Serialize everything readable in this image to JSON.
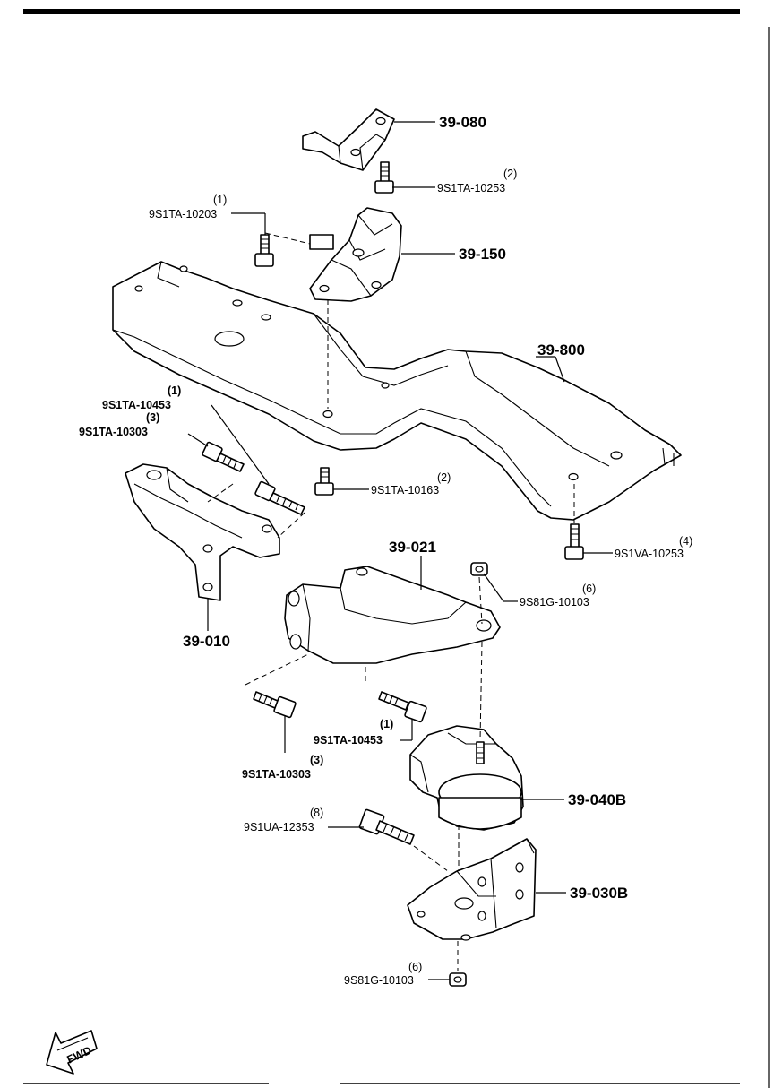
{
  "diagram": {
    "fwd_label": "FWD",
    "parts": {
      "p39_080": "39-080",
      "p39_150": "39-150",
      "p39_800": "39-800",
      "p39_010": "39-010",
      "p39_021": "39-021",
      "p39_040b": "39-040B",
      "p39_030b": "39-030B"
    },
    "fasteners": {
      "f1": {
        "qty": "(2)",
        "code": "9S1TA-10253"
      },
      "f2": {
        "qty": "(1)",
        "code": "9S1TA-10203"
      },
      "f3": {
        "qty": "(1)",
        "code": "9S1TA-10453"
      },
      "f4": {
        "qty": "(3)",
        "code": "9S1TA-10303"
      },
      "f5": {
        "qty": "(2)",
        "code": "9S1TA-10163"
      },
      "f6": {
        "qty": "(4)",
        "code": "9S1VA-10253"
      },
      "f7": {
        "qty": "(6)",
        "code": "9S81G-10103"
      },
      "f8": {
        "qty": "(1)",
        "code": "9S1TA-10453"
      },
      "f9": {
        "qty": "(3)",
        "code": "9S1TA-10303"
      },
      "f10": {
        "qty": "(8)",
        "code": "9S1UA-12353"
      },
      "f11": {
        "qty": "(6)",
        "code": "9S81G-10103"
      }
    }
  }
}
